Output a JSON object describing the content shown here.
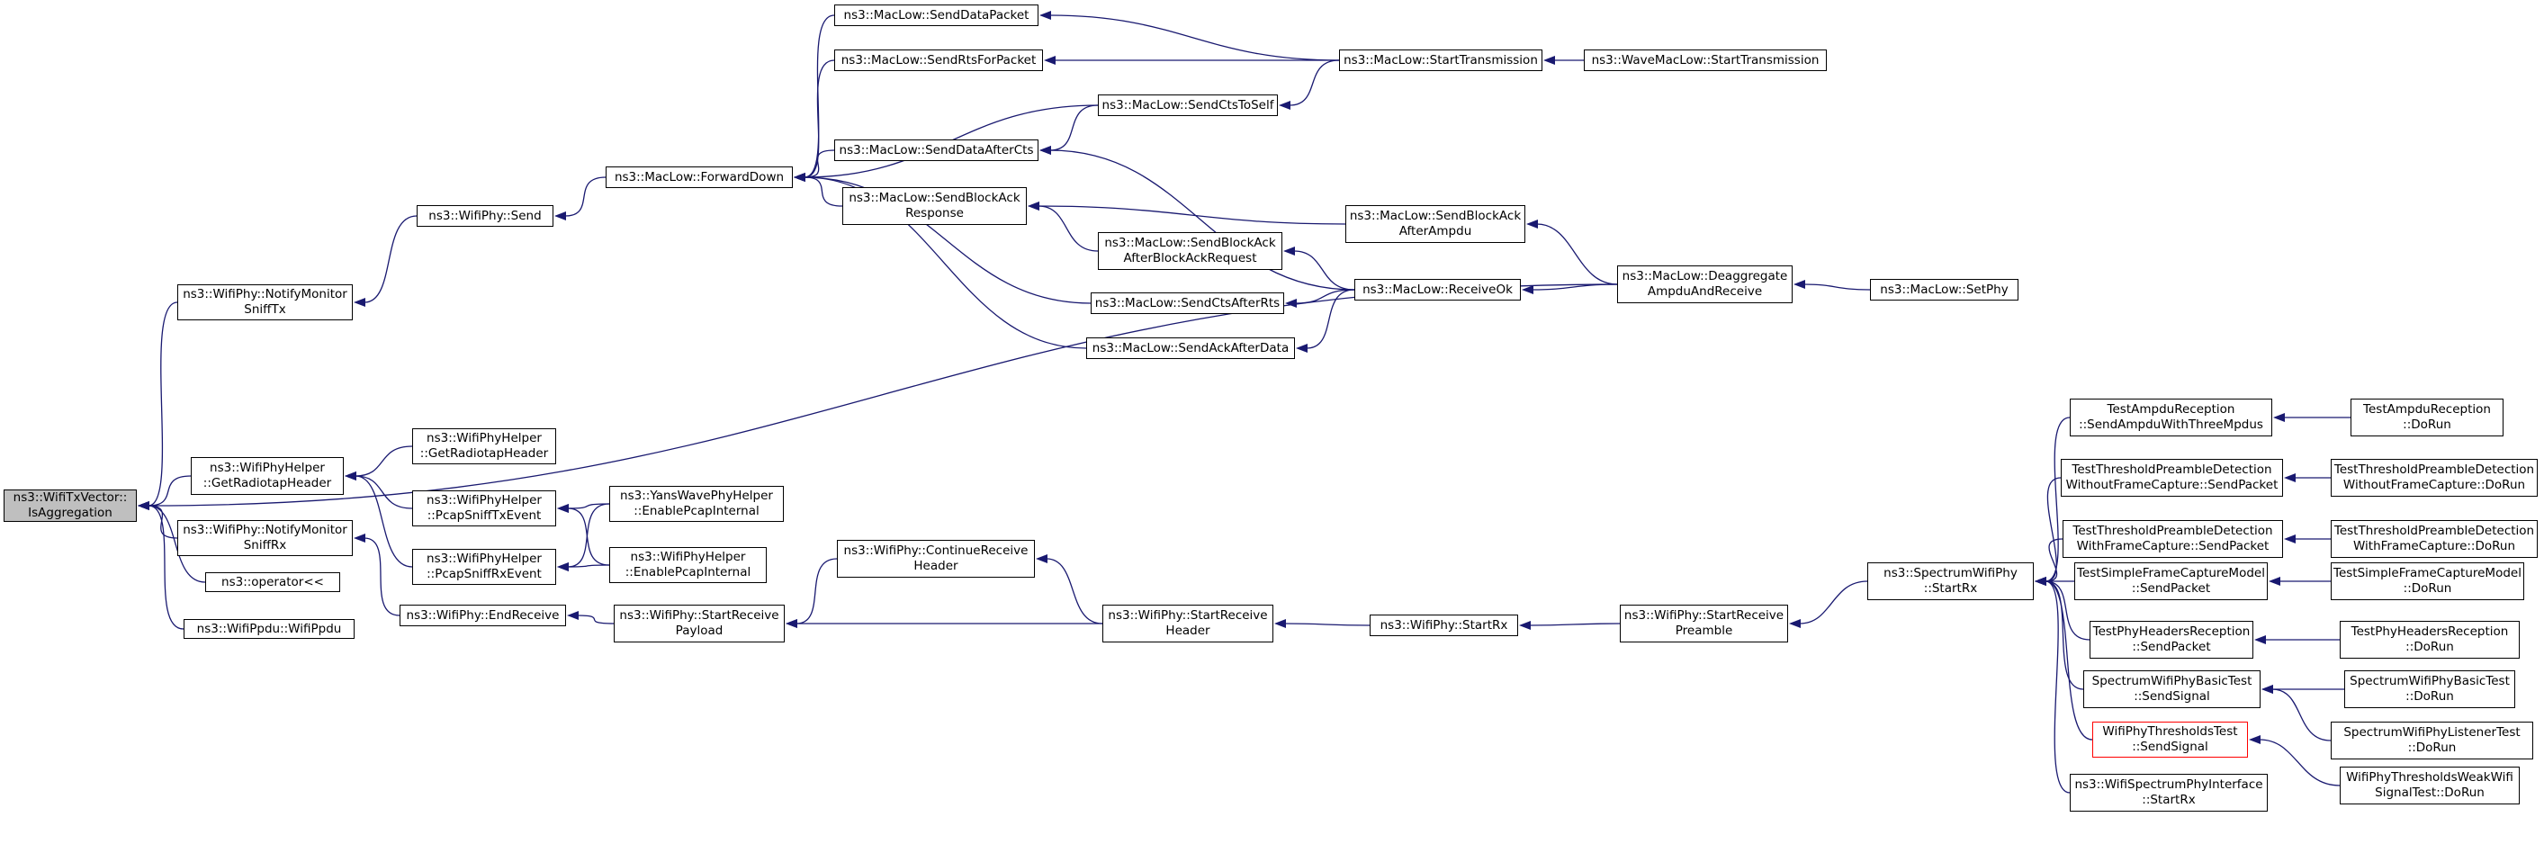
{
  "colors": {
    "edge": "#191970",
    "border": "#000000",
    "root_fill": "#bfbfbf",
    "highlight_border": "#ff0000"
  },
  "nodes": {
    "n1": {
      "label": "ns3::WifiTxVector::\nIsAggregation"
    },
    "n2": {
      "label": "ns3::WifiPhy::NotifyMonitor\nSniffTx"
    },
    "n3": {
      "label": "ns3::WifiPhyHelper\n::GetRadiotapHeader"
    },
    "n4": {
      "label": "ns3::WifiPhy::NotifyMonitor\nSniffRx"
    },
    "n5": {
      "label": "ns3::operator<<"
    },
    "n6": {
      "label": "ns3::WifiPpdu::WifiPpdu"
    },
    "n7": {
      "label": "ns3::WifiPhy::Send"
    },
    "n8": {
      "label": "ns3::WifiPhyHelper\n::GetRadiotapHeader"
    },
    "n9": {
      "label": "ns3::WifiPhyHelper\n::PcapSniffTxEvent"
    },
    "n10": {
      "label": "ns3::WifiPhyHelper\n::PcapSniffRxEvent"
    },
    "n11": {
      "label": "ns3::WifiPhy::EndReceive"
    },
    "n12": {
      "label": "ns3::MacLow::ForwardDown"
    },
    "n13": {
      "label": "ns3::YansWavePhyHelper\n::EnablePcapInternal"
    },
    "n14": {
      "label": "ns3::WifiPhyHelper\n::EnablePcapInternal"
    },
    "n15": {
      "label": "ns3::WifiPhy::StartReceive\nPayload"
    },
    "n16": {
      "label": "ns3::MacLow::SendDataPacket"
    },
    "n17": {
      "label": "ns3::MacLow::SendRtsForPacket"
    },
    "n18": {
      "label": "ns3::MacLow::SendDataAfterCts"
    },
    "n19": {
      "label": "ns3::MacLow::SendBlockAck\nResponse"
    },
    "n20": {
      "label": "ns3::MacLow::SendCtsToSelf"
    },
    "n21": {
      "label": "ns3::MacLow::SendBlockAck\nAfterBlockAckRequest"
    },
    "n22": {
      "label": "ns3::MacLow::SendCtsAfterRts"
    },
    "n23": {
      "label": "ns3::MacLow::SendAckAfterData"
    },
    "n24": {
      "label": "ns3::WifiPhy::ContinueReceive\nHeader"
    },
    "n25": {
      "label": "ns3::WifiPhy::StartReceive\nHeader"
    },
    "n26": {
      "label": "ns3::MacLow::StartTransmission"
    },
    "n27": {
      "label": "ns3::MacLow::SendBlockAck\nAfterAmpdu"
    },
    "n28": {
      "label": "ns3::MacLow::ReceiveOk"
    },
    "n29": {
      "label": "ns3::WifiPhy::StartRx"
    },
    "n30": {
      "label": "ns3::WaveMacLow::StartTransmission"
    },
    "n31": {
      "label": "ns3::MacLow::Deaggregate\nAmpduAndReceive"
    },
    "n32": {
      "label": "ns3::WifiPhy::StartReceive\nPreamble"
    },
    "n33": {
      "label": "ns3::MacLow::SetPhy"
    },
    "n34": {
      "label": "ns3::SpectrumWifiPhy\n::StartRx"
    },
    "n35": {
      "label": "TestAmpduReception\n::SendAmpduWithThreeMpdus"
    },
    "n36": {
      "label": "TestThresholdPreambleDetection\nWithoutFrameCapture::SendPacket"
    },
    "n37": {
      "label": "TestThresholdPreambleDetection\nWithFrameCapture::SendPacket"
    },
    "n38": {
      "label": "TestSimpleFrameCaptureModel\n::SendPacket"
    },
    "n39": {
      "label": "TestPhyHeadersReception\n::SendPacket"
    },
    "n40": {
      "label": "SpectrumWifiPhyBasicTest\n::SendSignal"
    },
    "n41": {
      "label": "WifiPhyThresholdsTest\n::SendSignal"
    },
    "n42": {
      "label": "ns3::WifiSpectrumPhyInterface\n::StartRx"
    },
    "n43": {
      "label": "TestAmpduReception\n::DoRun"
    },
    "n44": {
      "label": "TestThresholdPreambleDetection\nWithoutFrameCapture::DoRun"
    },
    "n45": {
      "label": "TestThresholdPreambleDetection\nWithFrameCapture::DoRun"
    },
    "n46": {
      "label": "TestSimpleFrameCaptureModel\n::DoRun"
    },
    "n47": {
      "label": "TestPhyHeadersReception\n::DoRun"
    },
    "n48": {
      "label": "SpectrumWifiPhyBasicTest\n::DoRun"
    },
    "n49": {
      "label": "SpectrumWifiPhyListenerTest\n::DoRun"
    },
    "n50": {
      "label": "WifiPhyThresholdsWeakWifi\nSignalTest::DoRun"
    }
  }
}
